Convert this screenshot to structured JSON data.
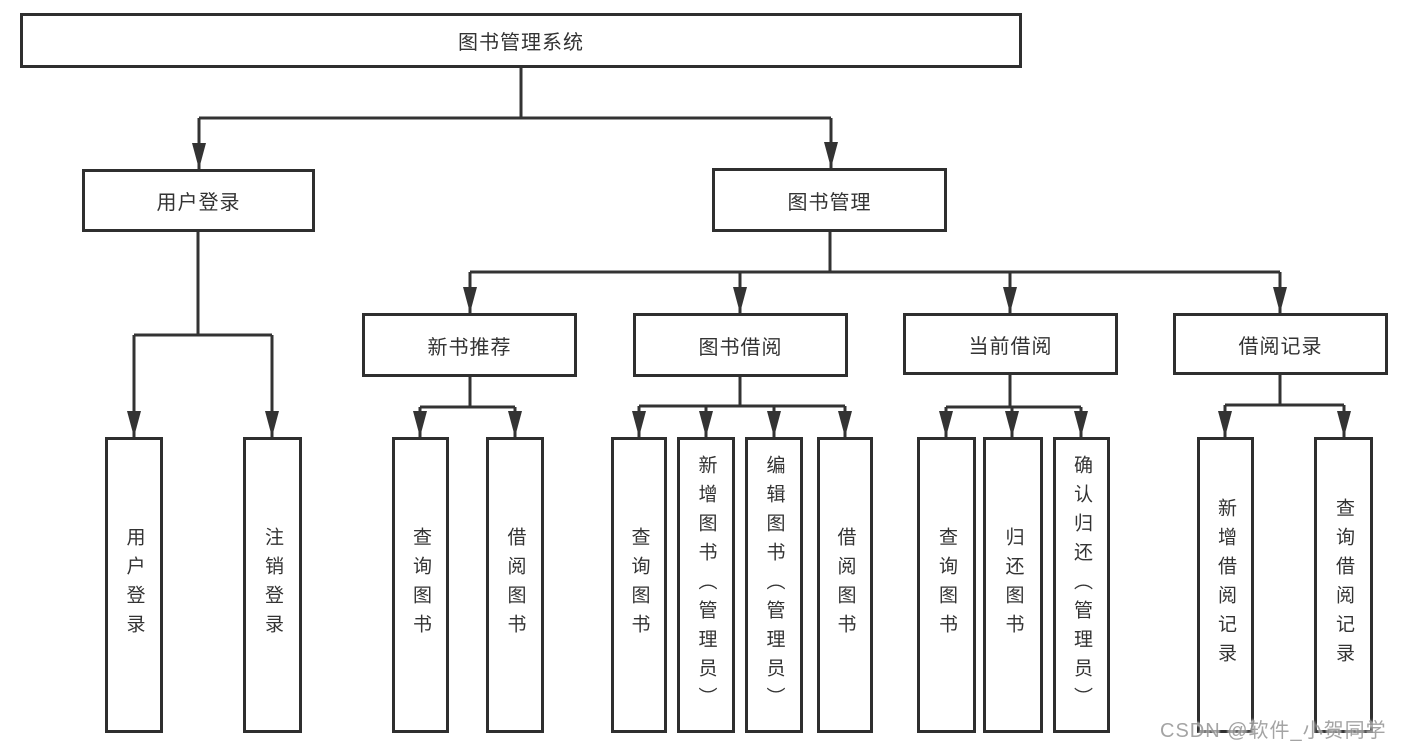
{
  "diagram_title": "图书管理系统",
  "watermark": "CSDN @软件_小贺同学",
  "colors": {
    "line": "#333333",
    "box_border": "#2f2f2f",
    "box_fill": "#ffffff",
    "text": "#333333",
    "watermark": "#9b9b9b"
  },
  "tree": {
    "label": "图书管理系统",
    "children": [
      {
        "label": "用户登录",
        "children": [
          {
            "label": "用户登录"
          },
          {
            "label": "注销登录"
          }
        ]
      },
      {
        "label": "图书管理",
        "children": [
          {
            "label": "新书推荐",
            "children": [
              {
                "label": "查询图书"
              },
              {
                "label": "借阅图书"
              }
            ]
          },
          {
            "label": "图书借阅",
            "children": [
              {
                "label": "查询图书"
              },
              {
                "label": "新增图书（管理员）"
              },
              {
                "label": "编辑图书（管理员）"
              },
              {
                "label": "借阅图书"
              }
            ]
          },
          {
            "label": "当前借阅",
            "children": [
              {
                "label": "查询图书"
              },
              {
                "label": "归还图书"
              },
              {
                "label": "确认归还（管理员）"
              }
            ]
          },
          {
            "label": "借阅记录",
            "children": [
              {
                "label": "新增借阅记录"
              },
              {
                "label": "查询借阅记录"
              }
            ]
          }
        ]
      }
    ]
  }
}
